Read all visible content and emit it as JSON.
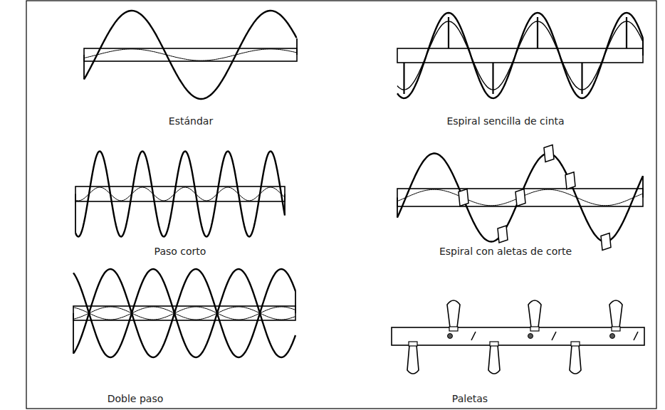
{
  "diagram": {
    "labels": [
      "Estándar",
      "Espiral sencilla de cinta",
      "Paso corto",
      "Espiral con aletas de corte",
      "Doble paso",
      "Paletas"
    ]
  }
}
